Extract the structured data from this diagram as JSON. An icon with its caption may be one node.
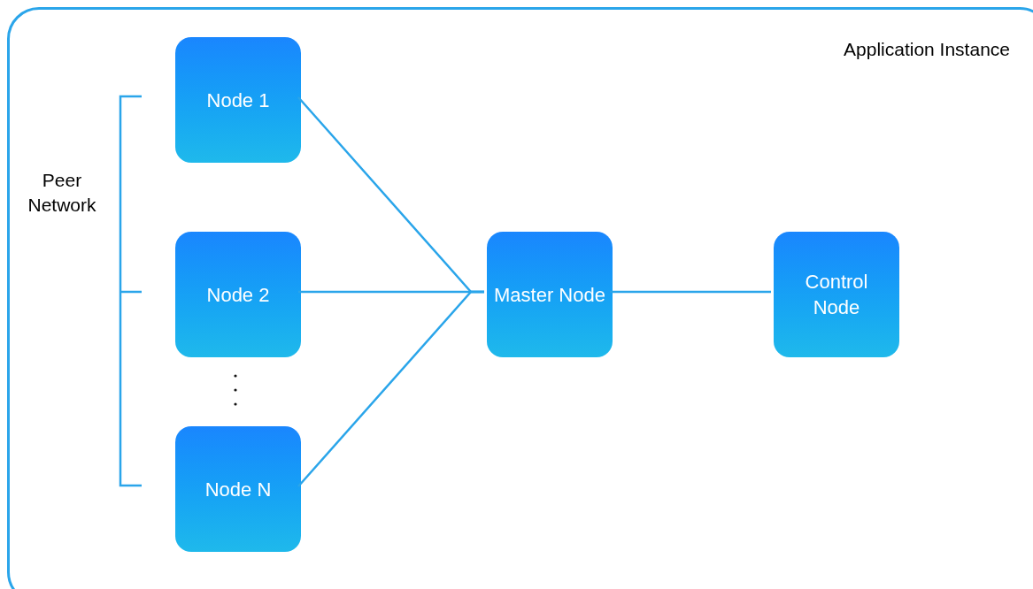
{
  "diagram": {
    "nodes": [
      {
        "text": [
          "Application Instance"
        ]
      },
      {
        "text": [
          "Node 1"
        ],
        "in": 0
      },
      {
        "text": [
          "Node 2"
        ],
        "in": 0
      },
      {
        "text": [
          "Node N"
        ],
        "in": 0
      },
      {
        "text": [
          "Master Node"
        ],
        "in": 0
      },
      {
        "text": [
          "Control Node"
        ],
        "in": 0
      }
    ],
    "edges": [
      {
        "from": 1,
        "to": 4,
        "arrow": "none"
      },
      {
        "from": 2,
        "to": 4,
        "arrow": "none"
      },
      {
        "from": 3,
        "to": 4,
        "arrow": "none"
      },
      {
        "from": 4,
        "to": 5,
        "arrow": "none"
      }
    ],
    "labels": [
      "Peer Network"
    ]
  }
}
